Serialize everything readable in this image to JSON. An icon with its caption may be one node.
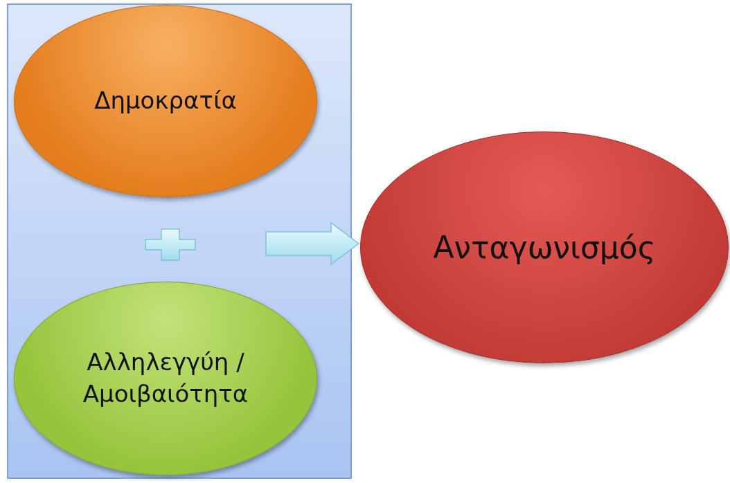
{
  "diagram": {
    "nodes": [
      {
        "text": [],
        "shape": "box"
      },
      {
        "text": [
          "Δημοκρατία"
        ],
        "in": 0
      },
      {
        "text": [
          "Αλληλεγγύη / Αμοιβαιότητα"
        ],
        "in": 0
      },
      {
        "text": [
          "Ανταγωνισμός"
        ]
      }
    ],
    "edges": [
      {
        "from": 0,
        "to": 3,
        "arrow": "to"
      }
    ]
  }
}
